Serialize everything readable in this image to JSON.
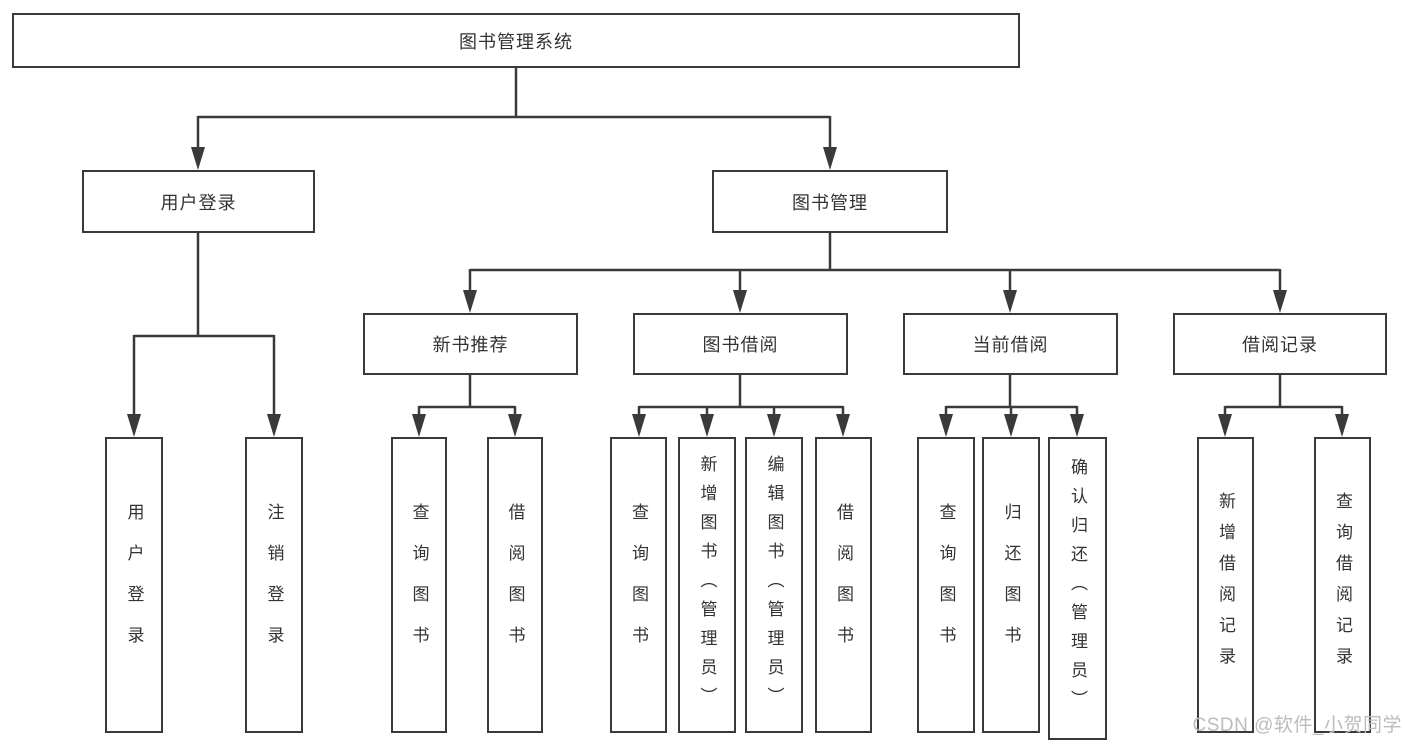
{
  "tree": {
    "root": "图书管理系统",
    "branches": [
      {
        "label": "用户登录",
        "leaves": [
          "用户登录",
          "注销登录"
        ]
      },
      {
        "label": "图书管理",
        "groups": [
          {
            "label": "新书推荐",
            "leaves": [
              "查询图书",
              "借阅图书"
            ]
          },
          {
            "label": "图书借阅",
            "leaves": [
              "查询图书",
              "新增图书（管理员）",
              "编辑图书（管理员）",
              "借阅图书"
            ]
          },
          {
            "label": "当前借阅",
            "leaves": [
              "查询图书",
              "归还图书",
              "确认归还（管理员）"
            ]
          },
          {
            "label": "借阅记录",
            "leaves": [
              "新增借阅记录",
              "查询借阅记录"
            ]
          }
        ]
      }
    ]
  },
  "watermark": "CSDN @软件_小贺同学",
  "colors": {
    "line": "#3a3a3a",
    "text": "#333333",
    "background": "#ffffff",
    "watermark": "#bcbcbc"
  }
}
